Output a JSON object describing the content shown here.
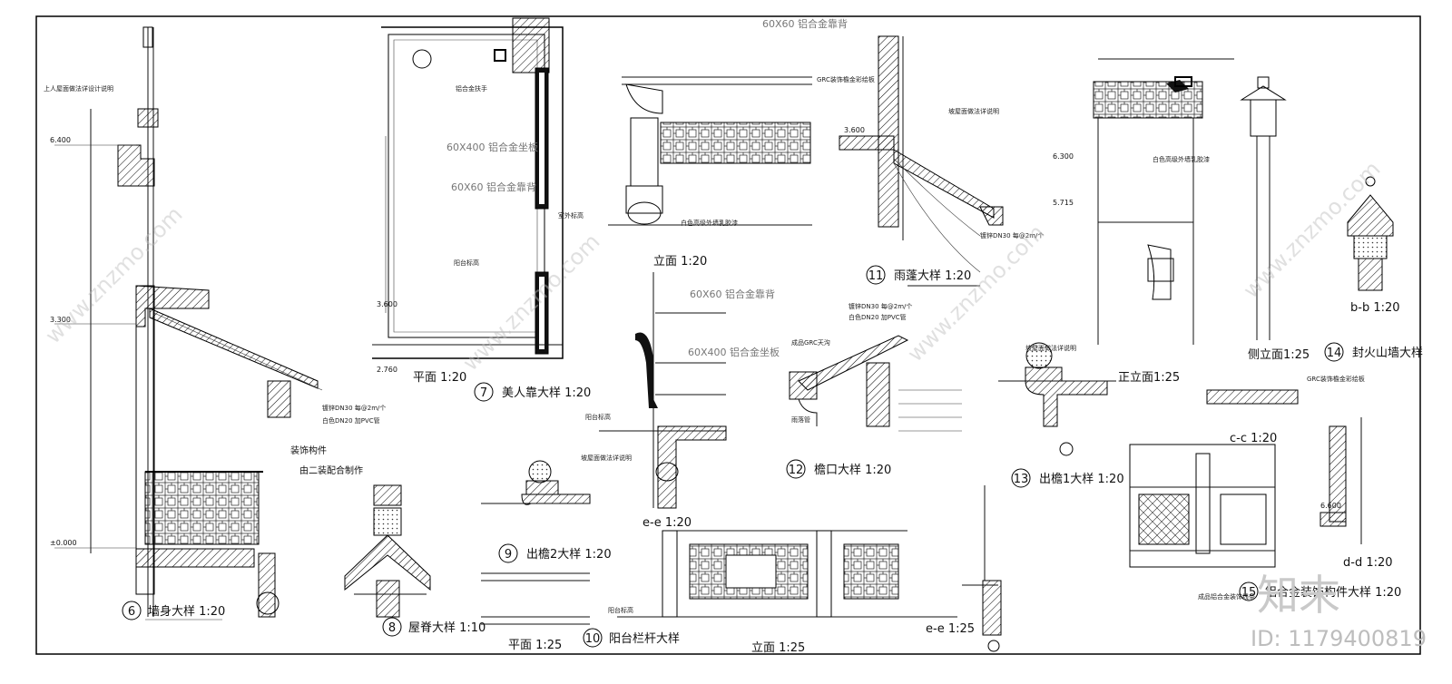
{
  "drawing": {
    "details": [
      {
        "num": "6",
        "title": "墙身大样 1:20"
      },
      {
        "num": "7",
        "title": "美人靠大样 1:20"
      },
      {
        "num": "8",
        "title": "屋脊大样 1:10"
      },
      {
        "num": "9",
        "title": "出檐2大样 1:20"
      },
      {
        "num": "10",
        "title": "阳台栏杆大样"
      },
      {
        "num": "11",
        "title": "雨蓬大样 1:20"
      },
      {
        "num": "12",
        "title": "檐口大样 1:20"
      },
      {
        "num": "13",
        "title": "出檐1大样 1:20"
      },
      {
        "num": "14",
        "title": "封火山墙大样"
      },
      {
        "num": "15",
        "title": "铝合金装饰构件大样 1:20"
      }
    ],
    "views": {
      "plan": "平面 1:20",
      "elevation": "立面 1:20",
      "ee": "e-e 1:20",
      "plan2": "平面 1:25",
      "elev2": "立面 1:25",
      "ee2": "e-e 1:25",
      "front": "正立面1:25",
      "side": "侧立面1:25",
      "bb": "b-b 1:20",
      "cc": "c-c 1:20",
      "dd": "d-d 1:20"
    },
    "levels": {
      "l6400": "6.400",
      "l3300": "3.300",
      "l0": "±0.000",
      "l3600": "3.600",
      "l2760": "2.760",
      "l3600b": "3.600",
      "l6300": "6.300",
      "l5715": "5.715",
      "l6600": "6.600"
    },
    "notes": {
      "roof": "上人屋面做法详设计说明",
      "decor": "装饰构件",
      "decor2": "由二装配合制作",
      "alu_handrail": "铝合金扶手",
      "alu_60x400": "60X400 铝合金坐板",
      "alu_60x60": "60X60 铝合金靠背",
      "balcony": "阳台标高",
      "outdoor": "室外标高",
      "tile": "白色高级外墙乳胶漆",
      "grc1": "GRC装饰檐金彩绘板",
      "grc2": "成品GRC天沟",
      "rain": "雨落管",
      "slope": "坡屋面做法详说明",
      "alu_deco": "成品铝合金装饰线条",
      "pipe1": "镀锌DN30 每@2m/个",
      "pipe2": "白色DN20 加PVC管"
    },
    "watermark": {
      "brand": "知末",
      "id": "ID: 1179400819",
      "site": "www.znzmo.com"
    }
  }
}
